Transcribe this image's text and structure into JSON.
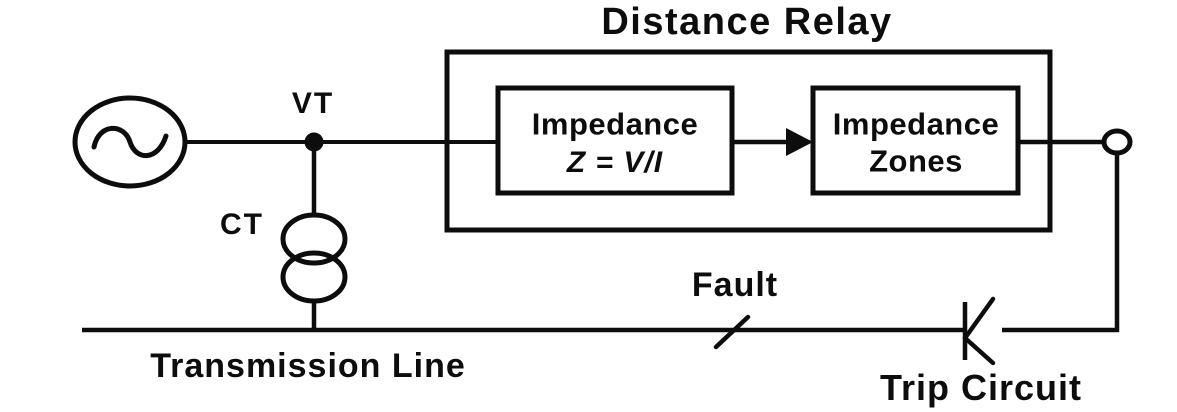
{
  "diagram": {
    "title": "Distance Relay",
    "labels": {
      "vt": "VT",
      "ct": "CT",
      "fault": "Fault",
      "transmission_line": "Transmission Line",
      "trip_circuit": "Trip Circuit"
    },
    "blocks": {
      "impedance_calc": {
        "line1": "Impedance",
        "line2": "Z = V/I"
      },
      "impedance_zones": {
        "line1": "Impedance",
        "line2": "Zones"
      }
    },
    "icons": {
      "ac_source": "ac-source-icon",
      "current_transformer": "ct-coils-icon",
      "vt_junction": "junction-dot",
      "output_terminal": "open-terminal-circle",
      "breaker": "trip-breaker-icon",
      "fault_mark": "fault-slash",
      "signal_arrow": "right-arrow"
    },
    "colors": {
      "ink": "#0d0d0d",
      "background": "#ffffff"
    }
  }
}
